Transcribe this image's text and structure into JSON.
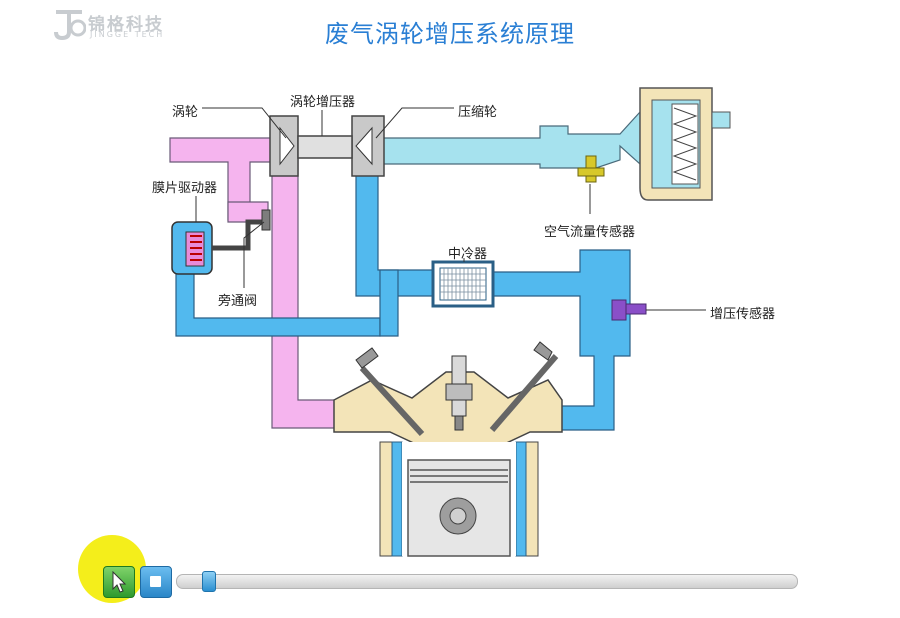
{
  "logo": {
    "text": "锦格科技",
    "sub": "JINGGE TECH"
  },
  "title": "废气涡轮增压系统原理",
  "labels": {
    "turbine": "涡轮",
    "turbocharger": "涡轮增压器",
    "compressor": "压缩轮",
    "diaphragm_actuator": "膜片驱动器",
    "bypass_valve": "旁通阀",
    "intercooler": "中冷器",
    "air_flow_sensor": "空气流量传感器",
    "boost_sensor": "增压传感器"
  },
  "colors": {
    "exhaust": "#f5b4ee",
    "intake": "#a6e2ee",
    "pressurized": "#52b9ee",
    "engine": "#f3e4b8",
    "title": "#2a7fd4",
    "sensor_yellow": "#d7c82a",
    "sensor_purple": "#8a4fc8"
  },
  "controls": {
    "progress": 0.03
  }
}
